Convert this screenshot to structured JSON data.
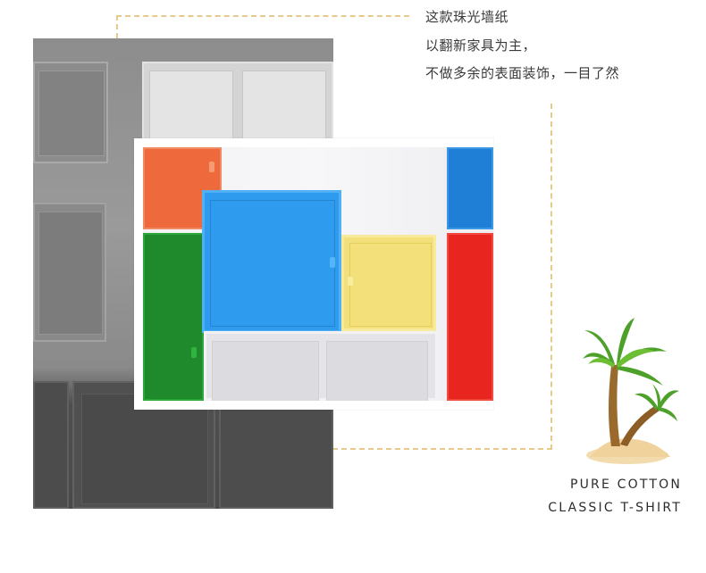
{
  "copy": {
    "line1": "这款珠光墙纸",
    "line2": "以翻新家具为主，",
    "line3": "不做多余的表面装饰，一目了然"
  },
  "tagline": {
    "line1": "PURE COTTON",
    "line2": "CLASSIC T-SHIRT"
  },
  "colors": {
    "accent_dash": "#e8c98c",
    "cabinet_blue": "#2f9bef",
    "cabinet_yellow": "#f3e07a",
    "cabinet_green": "#1f8a2c",
    "cabinet_orange": "#ee6a3c",
    "cabinet_red": "#e8261f"
  }
}
